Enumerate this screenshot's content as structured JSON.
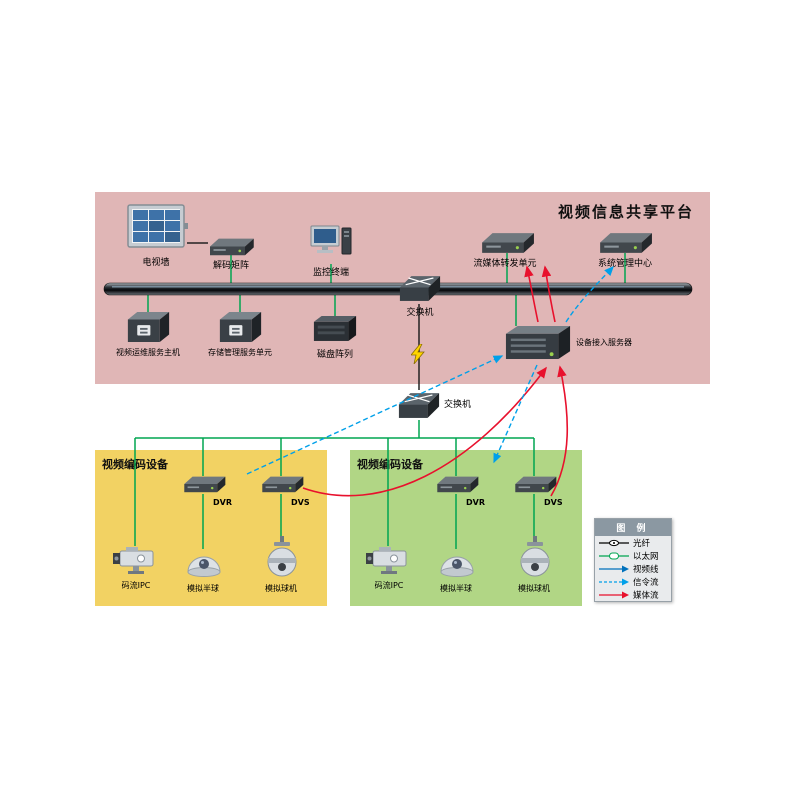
{
  "platform": {
    "title": "视频信息共享平台",
    "devices": {
      "tv_wall": "电视墙",
      "decoder_matrix": "解码矩阵",
      "monitor_terminal": "监控终端",
      "stream_forward_unit": "流媒体转发单元",
      "system_mgmt_center": "系统管理中心",
      "video_ops_host": "视频运维服务主机",
      "storage_mgmt_unit": "存储管理服务单元",
      "disk_array": "磁盘阵列",
      "switch": "交换机",
      "access_server": "设备接入服务器"
    }
  },
  "core": {
    "mid_switch": "交换机"
  },
  "encoder_left": {
    "title": "视频编码设备",
    "devices": {
      "dvr": "DVR",
      "dvs": "DVS",
      "ipc": "码流IPC",
      "dome": "模拟半球",
      "ball": "模拟球机"
    }
  },
  "encoder_right": {
    "title": "视频编码设备",
    "devices": {
      "dvr": "DVR",
      "dvs": "DVS",
      "ipc": "码流IPC",
      "dome": "模拟半球",
      "ball": "模拟球机"
    }
  },
  "legend": {
    "title": "图 例",
    "items": [
      {
        "label": "光纤",
        "type": "fiber"
      },
      {
        "label": "以太网",
        "type": "ethernet"
      },
      {
        "label": "视频线",
        "type": "video"
      },
      {
        "label": "信令流",
        "type": "signal"
      },
      {
        "label": "媒体流",
        "type": "media"
      }
    ]
  },
  "icons": {
    "tv_wall": "tv-wall-icon",
    "decoder_matrix": "flat-device-icon",
    "monitor_terminal": "desktop-pc-icon",
    "stream_forward_unit": "flat-device-icon",
    "system_mgmt_center": "flat-device-icon",
    "switch": "switch-icon",
    "video_ops_host": "server-box-icon",
    "storage_mgmt_unit": "server-box-icon",
    "disk_array": "disk-array-icon",
    "access_server": "rack-server-icon",
    "dvr": "flat-device-icon",
    "dvs": "flat-device-icon",
    "ipc": "box-camera-icon",
    "dome": "dome-camera-icon",
    "ball": "ptz-ball-camera-icon",
    "lightning": "lightning-bolt-icon"
  },
  "colors": {
    "platform_bg": "#e0b6b6",
    "encoder_left_bg": "#f2d263",
    "encoder_right_bg": "#b1d685",
    "ethernet_line": "#00a551",
    "fiber_line": "#000000",
    "video_line": "#0071bc",
    "signal_line": "#00a0e9",
    "media_line": "#e8112d",
    "legend_header_bg": "#8b98a2"
  }
}
